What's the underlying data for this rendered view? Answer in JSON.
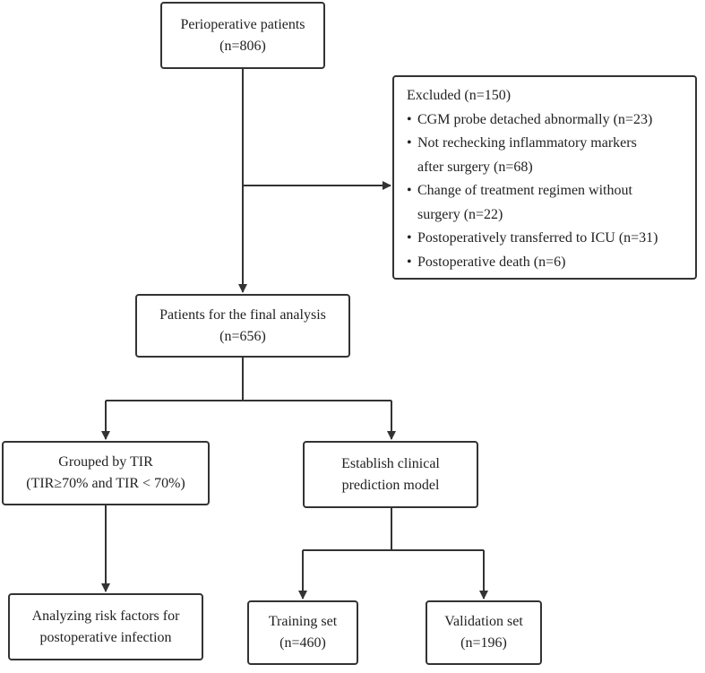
{
  "nodes": {
    "patients": {
      "line1": "Perioperative patients",
      "line2": "(n=806)"
    },
    "excluded": {
      "header": "Excluded (n=150)",
      "items": [
        {
          "line1": "CGM probe detached abnormally (n=23)",
          "line2": ""
        },
        {
          "line1": "Not rechecking inflammatory markers",
          "line2": "after  surgery (n=68)"
        },
        {
          "line1": "Change of treatment regimen without",
          "line2": "surgery (n=22)"
        },
        {
          "line1": "Postoperatively transferred to ICU (n=31)",
          "line2": ""
        },
        {
          "line1": "Postoperative death (n=6)",
          "line2": ""
        }
      ]
    },
    "final": {
      "line1": "Patients for the final analysis",
      "line2": "(n=656)"
    },
    "grouped": {
      "line1": "Grouped by TIR",
      "line2": "(TIR≥70% and TIR < 70%)"
    },
    "model": {
      "line1": "Establish clinical",
      "line2": "prediction model"
    },
    "risk": {
      "line1": "Analyzing risk factors for",
      "line2": "postoperative infection"
    },
    "training": {
      "line1": "Training set",
      "line2": "(n=460)"
    },
    "validation": {
      "line1": "Validation set",
      "line2": "(n=196)"
    }
  },
  "colors": {
    "stroke": "#333333",
    "text": "#222222",
    "background": "#ffffff"
  }
}
